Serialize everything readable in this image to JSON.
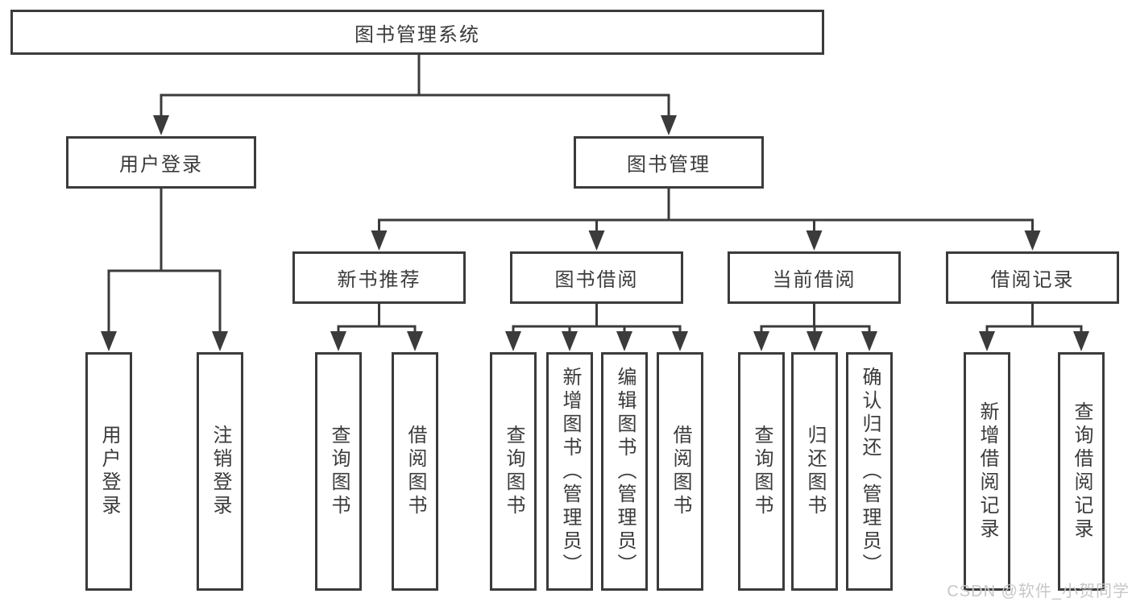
{
  "nodes": {
    "root": {
      "label": "图书管理系统"
    },
    "user_login": {
      "label": "用户登录"
    },
    "book_management": {
      "label": "图书管理"
    },
    "new_book_recommend": {
      "label": "新书推荐"
    },
    "book_borrow": {
      "label": "图书借阅"
    },
    "current_borrow": {
      "label": "当前借阅"
    },
    "borrow_records": {
      "label": "借阅记录"
    },
    "login_children": [
      {
        "label": "用户登录"
      },
      {
        "label": "注销登录"
      }
    ],
    "recommend_children": [
      {
        "label": "查询图书"
      },
      {
        "label": "借阅图书"
      }
    ],
    "borrow_children": [
      {
        "label": "查询图书"
      },
      {
        "label": "新增图书（管理员）"
      },
      {
        "label": "编辑图书（管理员）"
      },
      {
        "label": "借阅图书"
      }
    ],
    "current_children": [
      {
        "label": "查询图书"
      },
      {
        "label": "归还图书"
      },
      {
        "label": "确认归还（管理员）"
      }
    ],
    "records_children": [
      {
        "label": "新增借阅记录"
      },
      {
        "label": "查询借阅记录"
      }
    ]
  },
  "watermark": {
    "text": "CSDN @软件_小贺同学"
  },
  "colors": {
    "line": "#3b3b3b",
    "watermark": "#c7c7c7",
    "background": "#ffffff"
  }
}
